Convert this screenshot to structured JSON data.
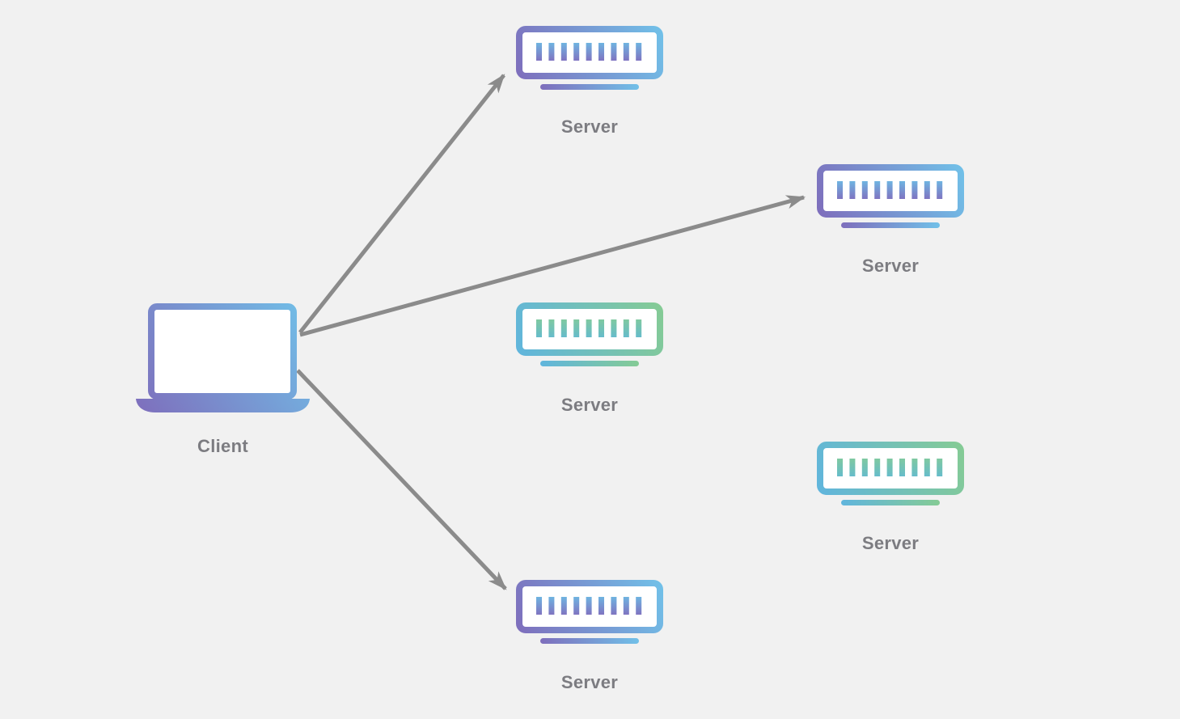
{
  "diagram": {
    "type": "client-server-network",
    "background_color": "#f1f1f1",
    "colors": {
      "purple": "#7E6EBC",
      "blue": "#71C0E8",
      "teal_blue": "#60B5DD",
      "green": "#85CB95",
      "arrow_gray": "#8B8B8B",
      "label_gray": "#7C7C81"
    },
    "client": {
      "label": "Client"
    },
    "servers": [
      {
        "label": "Server",
        "position": "top",
        "gradient": "purple-blue",
        "connected_to_client": true
      },
      {
        "label": "Server",
        "position": "right",
        "gradient": "purple-blue",
        "connected_to_client": true
      },
      {
        "label": "Server",
        "position": "middle",
        "gradient": "blue-green",
        "connected_to_client": false
      },
      {
        "label": "Server",
        "position": "bottom-right",
        "gradient": "blue-green",
        "connected_to_client": false
      },
      {
        "label": "Server",
        "position": "bottom",
        "gradient": "purple-blue",
        "connected_to_client": true
      }
    ],
    "edges": [
      {
        "from": "client",
        "to": "server-top"
      },
      {
        "from": "client",
        "to": "server-right"
      },
      {
        "from": "client",
        "to": "server-bottom"
      }
    ]
  }
}
